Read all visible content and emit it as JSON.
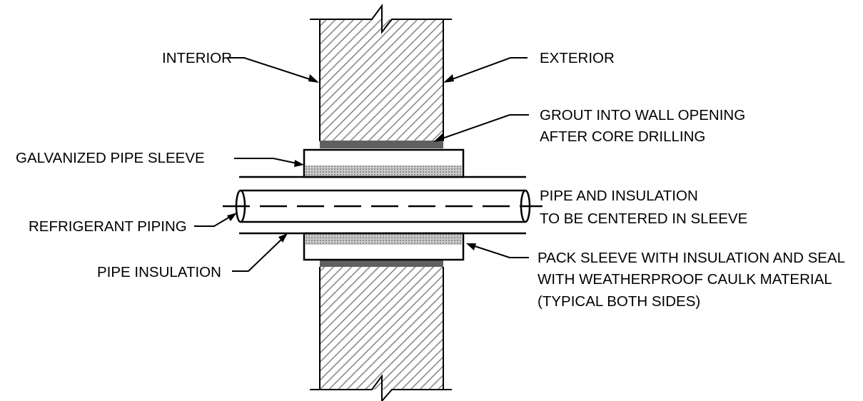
{
  "labels": {
    "interior": "INTERIOR",
    "exterior": "EXTERIOR",
    "grout_line1": "GROUT INTO WALL OPENING",
    "grout_line2": "AFTER CORE DRILLING",
    "galvanized_sleeve": "GALVANIZED PIPE SLEEVE",
    "pipe_centered_line1": "PIPE AND INSULATION",
    "pipe_centered_line2": "TO BE CENTERED IN SLEEVE",
    "refrigerant_piping": "REFRIGERANT PIPING",
    "pipe_insulation": "PIPE INSULATION",
    "pack_line1": "PACK SLEEVE WITH INSULATION AND SEAL",
    "pack_line2": "WITH WEATHERPROOF CAULK MATERIAL",
    "pack_line3": "(TYPICAL BOTH SIDES)"
  },
  "colors": {
    "line": "#000000",
    "wall_fill": "#9b9b9b",
    "grout": "#606060",
    "packing": "#a9a9a9"
  }
}
